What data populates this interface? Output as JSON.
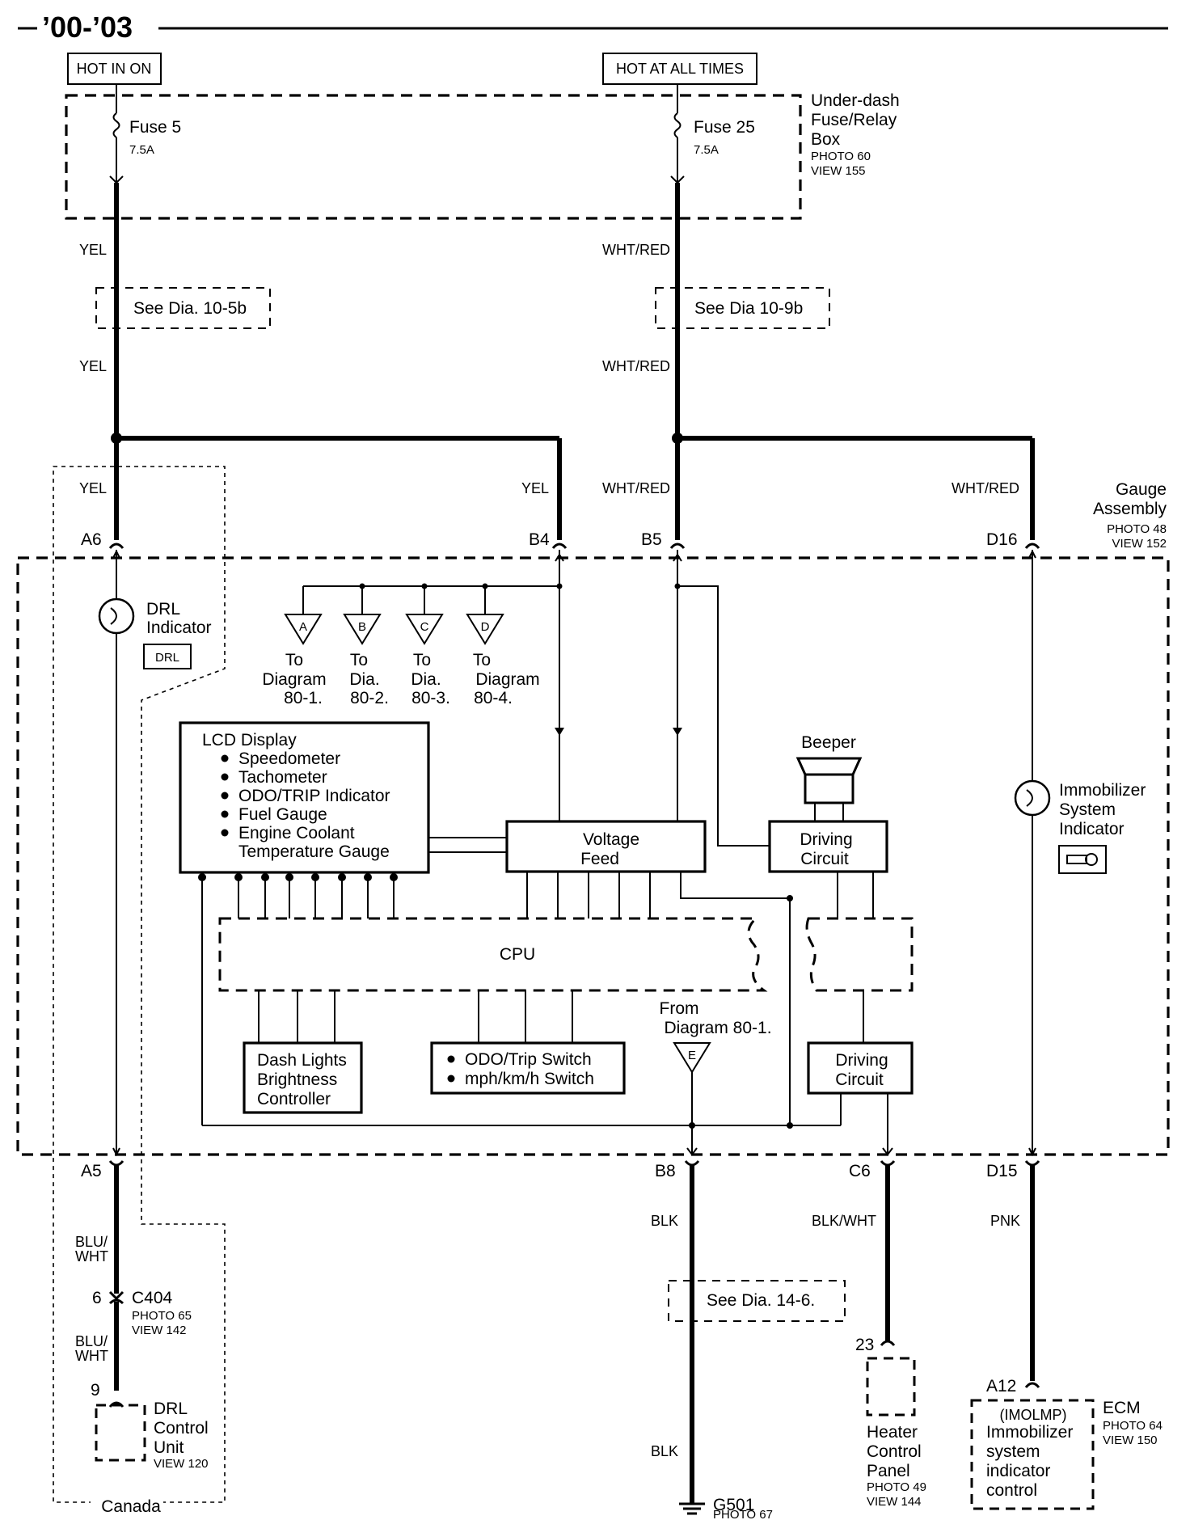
{
  "header": {
    "title": "’00-’03"
  },
  "power": {
    "hot_in_on": "HOT IN ON",
    "hot_at_all_times": "HOT AT ALL TIMES"
  },
  "fuse_box": {
    "fuse5_name": "Fuse 5",
    "fuse5_rating": "7.5A",
    "fuse25_name": "Fuse 25",
    "fuse25_rating": "7.5A",
    "name_line1": "Under-dash",
    "name_line2": "Fuse/Relay",
    "name_line3": "Box",
    "photo": "PHOTO 60",
    "view": "VIEW 155"
  },
  "wires": {
    "yel": "YEL",
    "wht_red": "WHT/RED",
    "blu_wht_1": "BLU/",
    "blu_wht_2": "WHT",
    "blk": "BLK",
    "blk_wht": "BLK/WHT",
    "pnk": "PNK"
  },
  "refs": {
    "dia_10_5b": "See Dia.  10-5b",
    "dia_10_9b": "See Dia 10-9b",
    "dia_14_6": "See Dia. 14-6."
  },
  "gauge": {
    "name_line1": "Gauge",
    "name_line2": "Assembly",
    "photo": "PHOTO 48",
    "view": "VIEW 152"
  },
  "pins": {
    "a6": "A6",
    "b4": "B4",
    "b5": "B5",
    "d16": "D16",
    "a5": "A5",
    "b8": "B8",
    "c6": "C6",
    "d15": "D15"
  },
  "drl_indicator": {
    "line1": "DRL",
    "line2": "Indicator",
    "badge": "DRL"
  },
  "diagram_links": [
    {
      "letter": "A",
      "line1": "To",
      "line2": "Diagram",
      "line3": "80-1."
    },
    {
      "letter": "B",
      "line1": "To",
      "line2": "Dia.",
      "line3": "80-2."
    },
    {
      "letter": "C",
      "line1": "To",
      "line2": "Dia.",
      "line3": "80-3."
    },
    {
      "letter": "D",
      "line1": "To",
      "line2": "Diagram",
      "line3": "80-4."
    }
  ],
  "lcd": {
    "title": "LCD Display",
    "items": [
      "Speedometer",
      "Tachometer",
      "ODO/TRIP Indicator",
      "Fuel Gauge",
      "Engine Coolant",
      "Temperature Gauge"
    ]
  },
  "voltage_feed": {
    "line1": "Voltage",
    "line2": "Feed"
  },
  "beeper": {
    "label": "Beeper"
  },
  "driving_circuit": {
    "line1": "Driving",
    "line2": "Circuit"
  },
  "immobilizer_indicator": {
    "line1": "Immobilizer",
    "line2": "System",
    "line3": "Indicator"
  },
  "cpu": {
    "label": "CPU"
  },
  "dash_lights": {
    "line1": "Dash Lights",
    "line2": "Brightness",
    "line3": "Controller"
  },
  "switches": {
    "line1": "ODO/Trip Switch",
    "line2": "mph/km/h Switch"
  },
  "from_diagram": {
    "line1": "From",
    "line2": "Diagram 80-1.",
    "letter": "E"
  },
  "c404": {
    "pin_in": "6",
    "name": "C404",
    "photo": "PHOTO 65",
    "view": "VIEW 142",
    "pin_out": "9"
  },
  "drl_control": {
    "line1": "DRL",
    "line2": "Control",
    "line3": "Unit",
    "view": "VIEW 120"
  },
  "canada": {
    "label": "Canada"
  },
  "ground": {
    "name": "G501",
    "photo": "PHOTO 67"
  },
  "heater": {
    "pin": "23",
    "line1": "Heater",
    "line2": "Control",
    "line3": "Panel",
    "photo": "PHOTO 49",
    "view": "VIEW 144"
  },
  "ecm": {
    "pin": "A12",
    "code": "(IMOLMP)",
    "line1": "Immobilizer",
    "line2": "system",
    "line3": "indicator",
    "line4": "control",
    "name": "ECM",
    "photo": "PHOTO 64",
    "view": "VIEW 150"
  }
}
